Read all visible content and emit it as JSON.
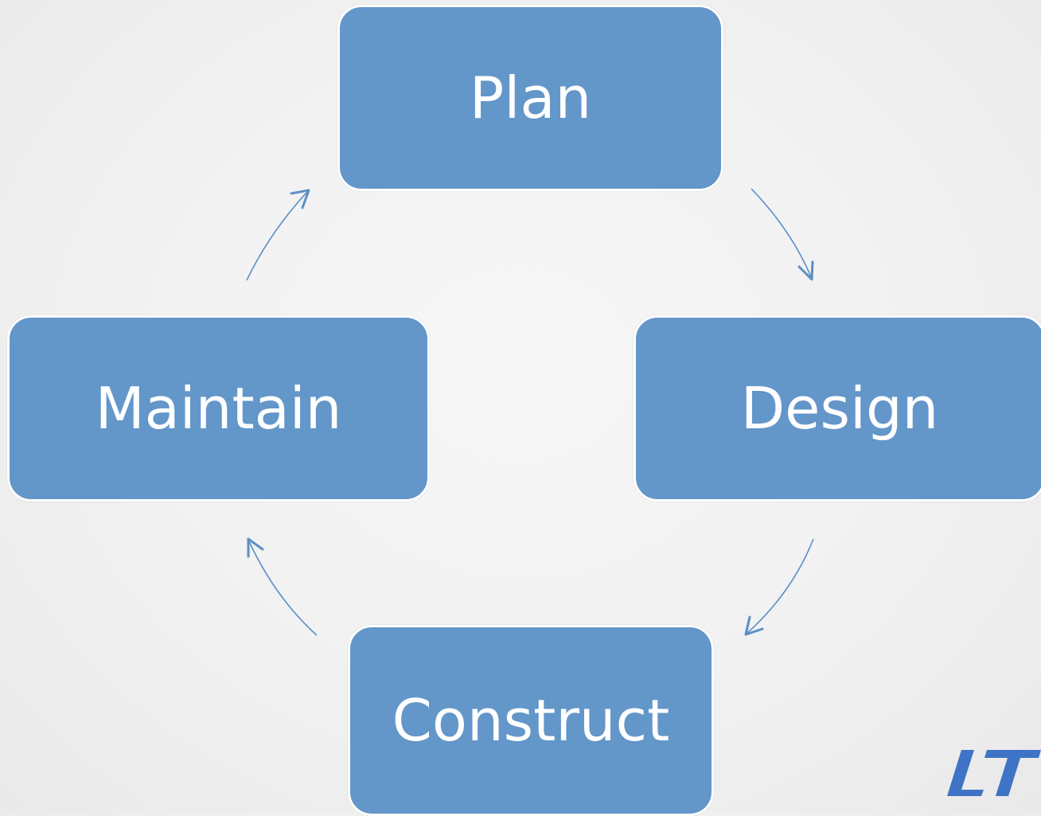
{
  "diagram": {
    "nodes": [
      {
        "id": "plan",
        "label": "Plan"
      },
      {
        "id": "design",
        "label": "Design"
      },
      {
        "id": "construct",
        "label": "Construct"
      },
      {
        "id": "maintain",
        "label": "Maintain"
      }
    ],
    "edges": [
      {
        "from": "plan",
        "to": "design"
      },
      {
        "from": "design",
        "to": "construct"
      },
      {
        "from": "construct",
        "to": "maintain"
      },
      {
        "from": "maintain",
        "to": "plan"
      }
    ]
  },
  "colors": {
    "node_fill": "#6396c9",
    "node_border": "#ffffff",
    "node_text": "#ffffff",
    "arrow": "#5b8fc5",
    "logo": "#3e73c6"
  },
  "logo": {
    "icon": "lt-logo-icon"
  }
}
